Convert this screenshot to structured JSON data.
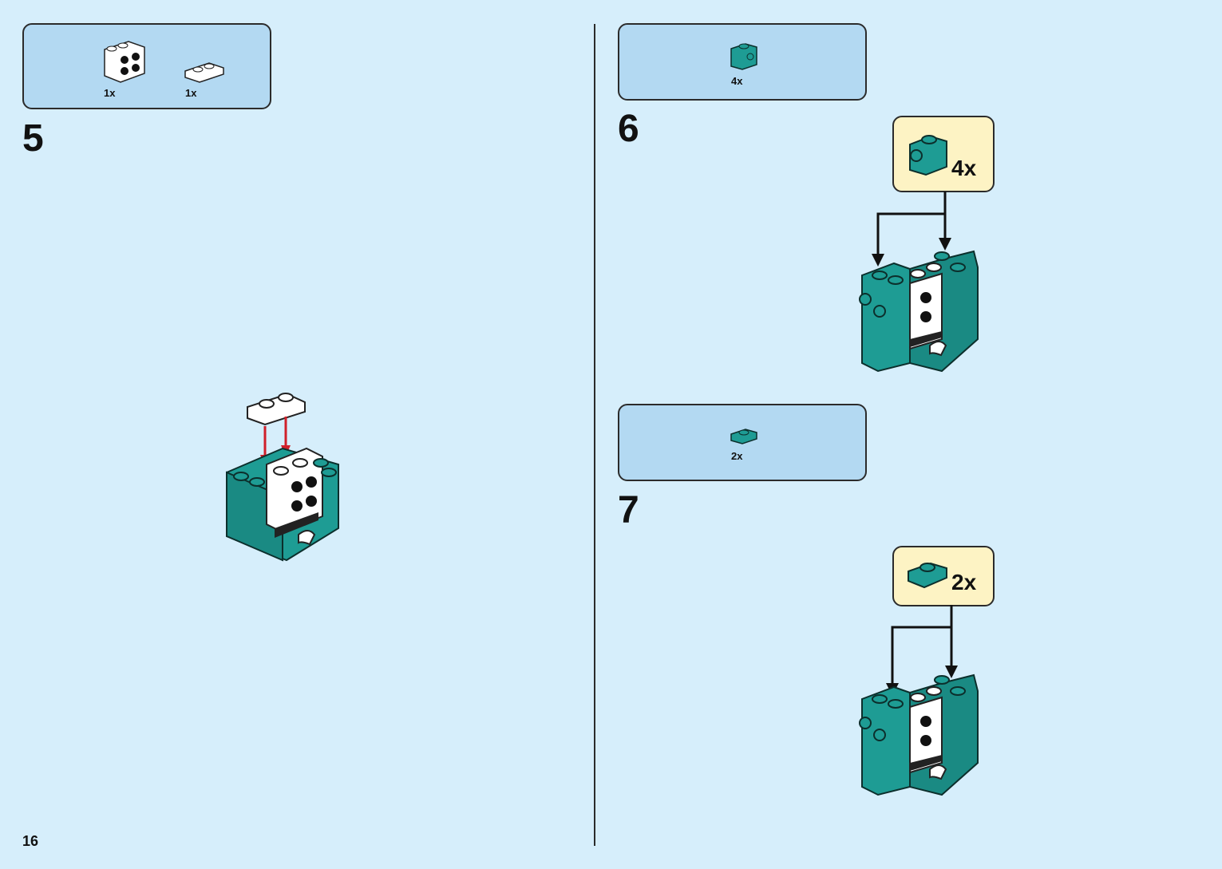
{
  "page_number": "16",
  "step5": {
    "number": "5",
    "parts": [
      {
        "qty": "1x",
        "icon": "white-brick-2x2-studs-side-icon"
      },
      {
        "qty": "1x",
        "icon": "white-plate-1x2-icon"
      }
    ]
  },
  "step6": {
    "number": "6",
    "parts": [
      {
        "qty": "4x",
        "icon": "teal-brick-1x1-stud-side-icon"
      }
    ],
    "callout": {
      "qty": "4x",
      "icon": "teal-brick-1x1-stud-side-icon"
    }
  },
  "step7": {
    "number": "7",
    "parts": [
      {
        "qty": "2x",
        "icon": "teal-plate-1x1-icon"
      }
    ],
    "callout": {
      "qty": "2x",
      "icon": "teal-plate-1x1-icon"
    }
  },
  "colors": {
    "background": "#d6eefb",
    "parts_box": "#b3d9f2",
    "callout": "#fdf3c4",
    "teal": "#1e9c94",
    "arrow_red": "#d0202a"
  }
}
